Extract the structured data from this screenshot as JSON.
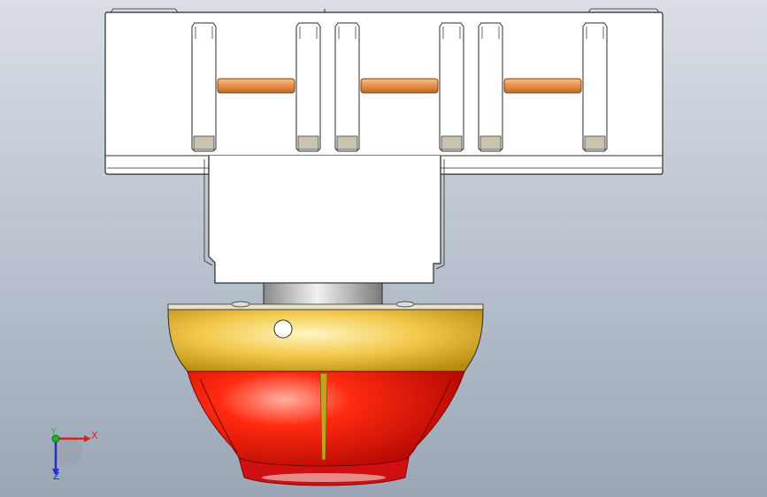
{
  "viewport": {
    "background_top": "#d9dee6",
    "background_bottom": "#9aa6b6"
  },
  "model": {
    "housing_color": "#ffffff",
    "outline_color": "#2b2b2b",
    "contact_bridge_color": "#e8904a",
    "stem_color": "#b8b8b8",
    "collar_color": "#f2c84a",
    "cap_color": "#e60000",
    "contact_pairs": 3
  },
  "triad": {
    "x_label": "X",
    "y_label": "Y",
    "z_label": "Z",
    "x_color": "#e02020",
    "y_color": "#20b020",
    "z_color": "#2030d0"
  }
}
